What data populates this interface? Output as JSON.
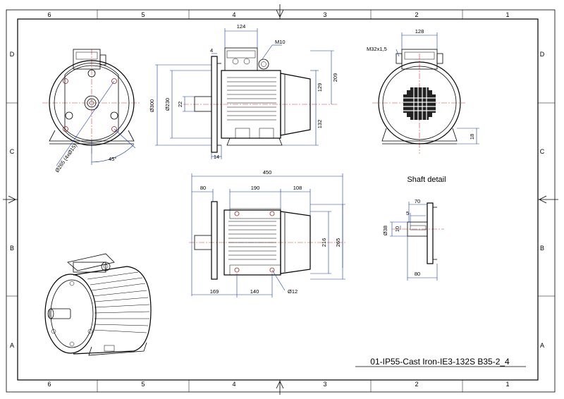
{
  "frame": {
    "col_labels": [
      "6",
      "5",
      "4",
      "3",
      "2",
      "1"
    ],
    "row_labels": [
      "D",
      "C",
      "B",
      "A"
    ]
  },
  "drawing": {
    "title": "01-IP55-Cast Iron-IE3-132S B35-2_4",
    "shaft_detail_label": "Shaft detail"
  },
  "dims": {
    "d124": "124",
    "m10": "M10",
    "d4": "4",
    "d209": "209",
    "d129": "129",
    "d132": "132",
    "d300": "Ø300",
    "d230": "Ø230",
    "d22": "22",
    "d14": "14",
    "d265pcd": "Ø265 (4xØ15)",
    "d45": "45°",
    "d128": "128",
    "m32": "M32x1,5",
    "d18": "18",
    "d450": "450",
    "d80a": "80",
    "d190": "190",
    "d108": "108",
    "d216": "216",
    "d265": "265",
    "d169": "169",
    "d140": "140",
    "d12": "Ø12",
    "d70": "70",
    "d5": "5",
    "d38": "Ø38",
    "d10": "10",
    "d80b": "80"
  }
}
